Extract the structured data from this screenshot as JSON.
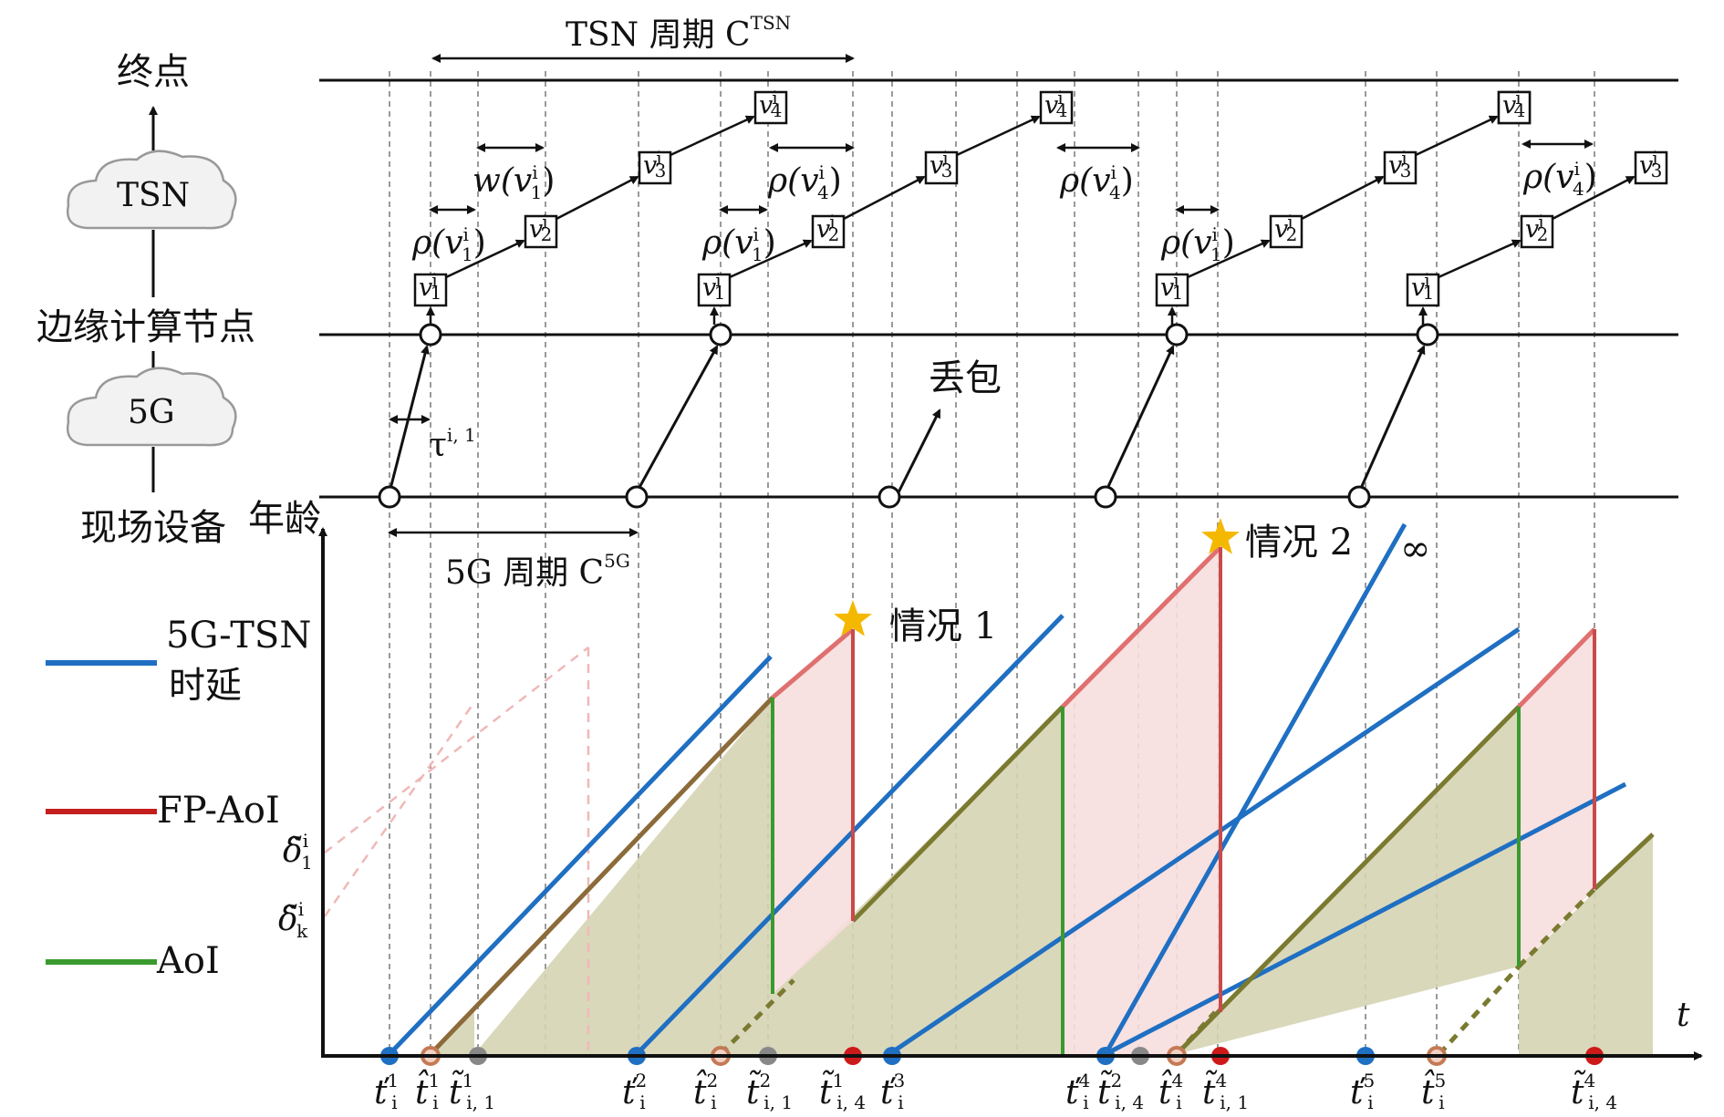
{
  "tiers": {
    "endpoint": "终点",
    "tsn": "TSN",
    "edge": "边缘计算节点",
    "fiveg": "5G",
    "field": "现场设备"
  },
  "periods": {
    "tsn_label": "TSN 周期 C",
    "tsn_sup": "TSN",
    "fiveg_label": "5G 周期 C",
    "fiveg_sup": "5G"
  },
  "annotations": {
    "packet_loss": "丢包",
    "tau": "τ",
    "tau_sup": "i, 1",
    "case1": "情况 1",
    "case2": "情况 2",
    "infinity": "∞",
    "age_axis": "年龄",
    "t_axis": "t"
  },
  "nodes": {
    "v1": "v",
    "v1_sub": "1",
    "v2": "v",
    "v2_sub": "2",
    "v3": "v",
    "v3_sub": "3",
    "v4": "v",
    "v4_sub": "4",
    "sup": "i"
  },
  "spans": {
    "rho_v1": "ρ(v",
    "rho_v4": "ρ(v",
    "w_v1": "w(v",
    "close": ")"
  },
  "legend": [
    {
      "label": "5G-TSN",
      "label2": "时延",
      "color": "#1f6fc2"
    },
    {
      "label": "FP-AoI",
      "label2": "",
      "color": "#c41e1e"
    },
    {
      "label": "AoI",
      "label2": "",
      "color": "#3a9a2e"
    }
  ],
  "y_labels": [
    {
      "base": "δ̃",
      "sup": "i",
      "sub": "1"
    },
    {
      "base": "δ̃",
      "sup": "i",
      "sub": "k"
    }
  ],
  "t_labels": [
    {
      "base": "ť",
      "sup": "1",
      "sub": "i"
    },
    {
      "base": "t̂",
      "sup": "1",
      "sub": "i"
    },
    {
      "base": "t̃",
      "sup": "1",
      "sub": "i, 1"
    },
    {
      "base": "ť",
      "sup": "2",
      "sub": "i"
    },
    {
      "base": "t̂",
      "sup": "2",
      "sub": "i"
    },
    {
      "base": "t̃",
      "sup": "2",
      "sub": "i, 1"
    },
    {
      "base": "t̃",
      "sup": "1",
      "sub": "i, 4"
    },
    {
      "base": "ť",
      "sup": "3",
      "sub": "i"
    },
    {
      "base": "ť",
      "sup": "4",
      "sub": "i"
    },
    {
      "base": "t̃",
      "sup": "2",
      "sub": "i, 4"
    },
    {
      "base": "t̂",
      "sup": "4",
      "sub": "i"
    },
    {
      "base": "t̃",
      "sup": "4",
      "sub": "i, 1"
    },
    {
      "base": "ť",
      "sup": "5",
      "sub": "i"
    },
    {
      "base": "t̂",
      "sup": "5",
      "sub": "i"
    },
    {
      "base": "t̃",
      "sup": "4",
      "sub": "i, 4"
    }
  ],
  "colors": {
    "blue": "#1f6fc2",
    "red": "#d94a4a",
    "green": "#3a9a2e",
    "olive_fill": "#d6d4b4",
    "pink_fill": "#f7dede",
    "star": "#f5b800",
    "grey_dot": "#888888"
  }
}
